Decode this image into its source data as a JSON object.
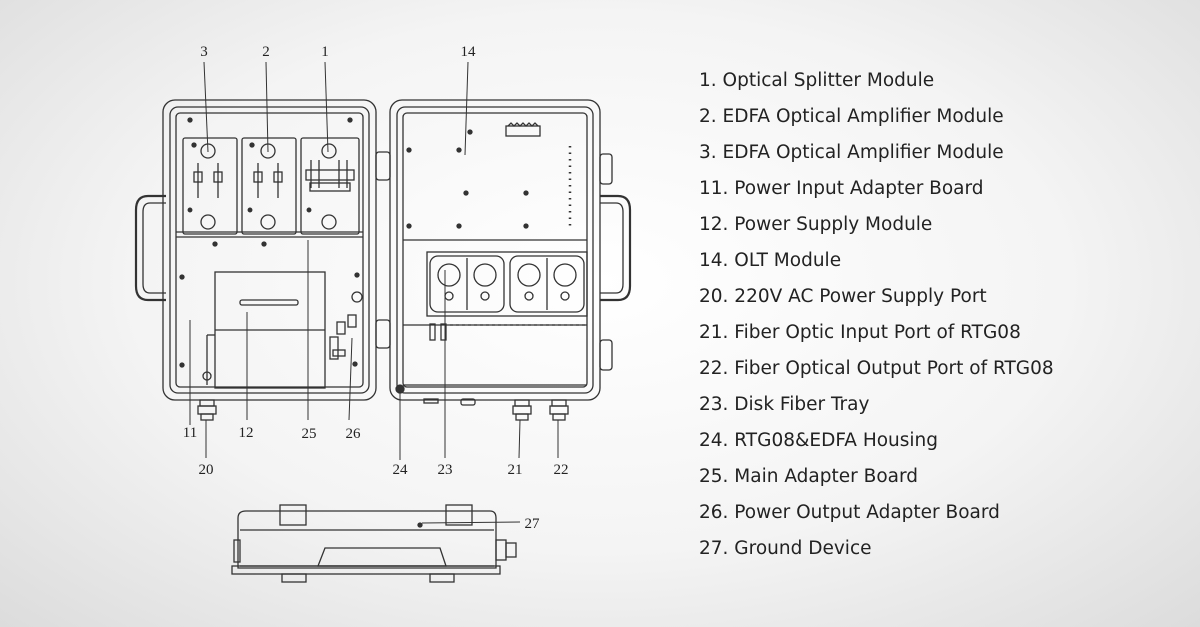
{
  "diagram": {
    "callouts": [
      "3",
      "2",
      "1",
      "14",
      "11",
      "12",
      "25",
      "26",
      "20",
      "24",
      "23",
      "21",
      "22",
      "27"
    ]
  },
  "legend": {
    "items": [
      "1. Optical Splitter Module",
      "2. EDFA Optical Amplifier Module",
      "3. EDFA Optical Amplifier Module",
      "11. Power Input Adapter Board",
      "12. Power Supply Module",
      "14. OLT Module",
      "20. 220V AC Power Supply Port",
      "21. Fiber Optic Input Port of RTG08",
      "22. Fiber Optical Output Port of RTG08",
      "23. Disk Fiber Tray",
      "24. RTG08&EDFA Housing",
      "25. Main Adapter Board",
      "26. Power Output Adapter Board",
      "27. Ground Device"
    ]
  }
}
